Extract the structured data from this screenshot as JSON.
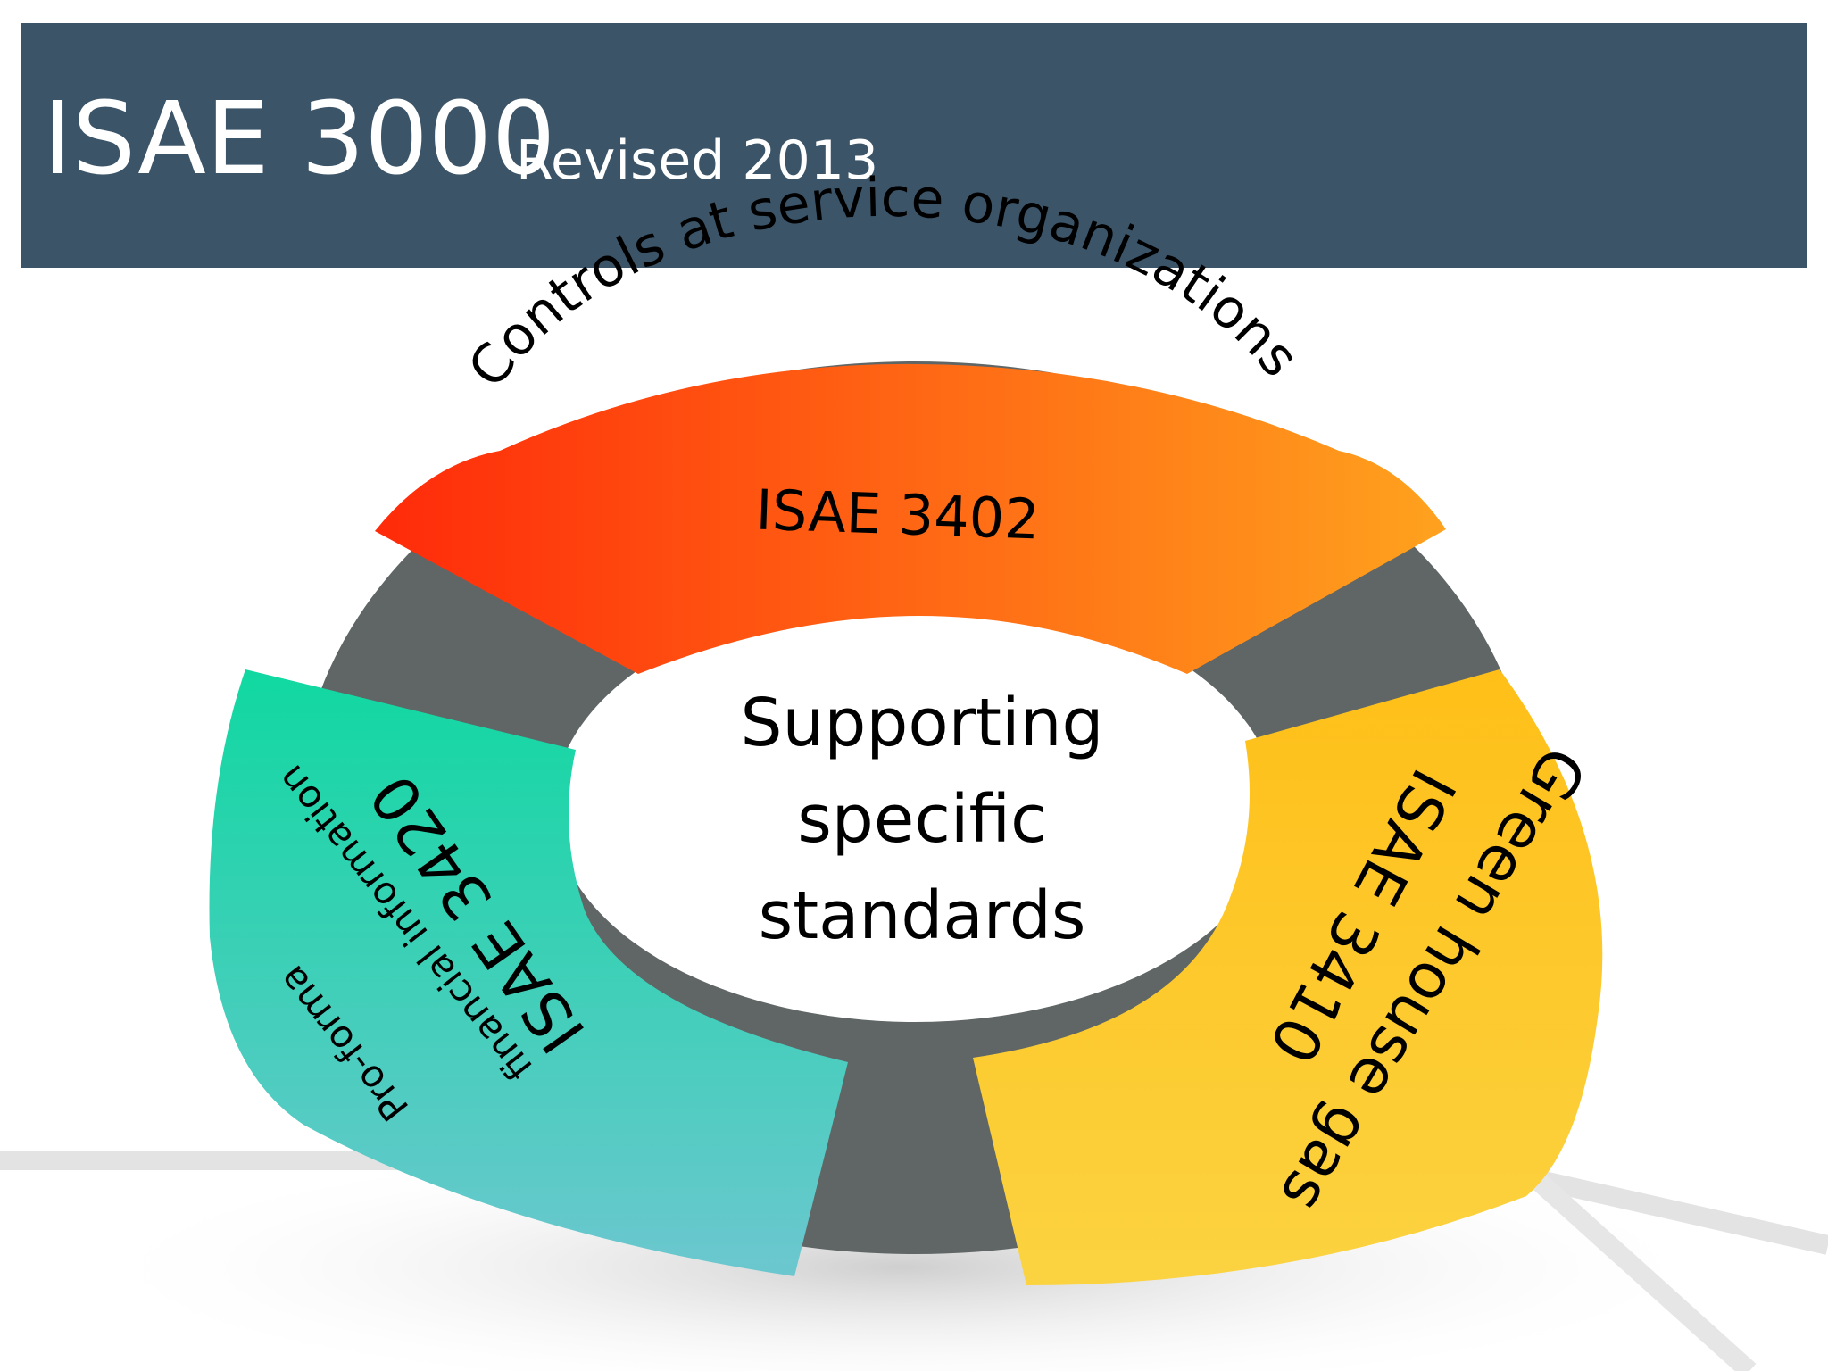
{
  "header": {
    "title": "ISAE 3000",
    "subtitle": "Revised 2013"
  },
  "diagram": {
    "center_lines": [
      "Supporting",
      "specific",
      "standards"
    ],
    "segments": [
      {
        "standard": "ISAE 3402",
        "subject": "Controls at service organizations",
        "color_start": "#ff2a0a",
        "color_end": "#ffa21e"
      },
      {
        "standard": "ISAE 3410",
        "subject": "Green house gas",
        "color_start": "#ffbf18",
        "color_end": "#fbd341"
      },
      {
        "standard": "ISAE 3420",
        "subject_line1": "financial information",
        "subject_line2": "Pro-forma",
        "color_start": "#10d8a1",
        "color_end": "#6cc7cf"
      }
    ],
    "ring_color": "#5f6665"
  }
}
